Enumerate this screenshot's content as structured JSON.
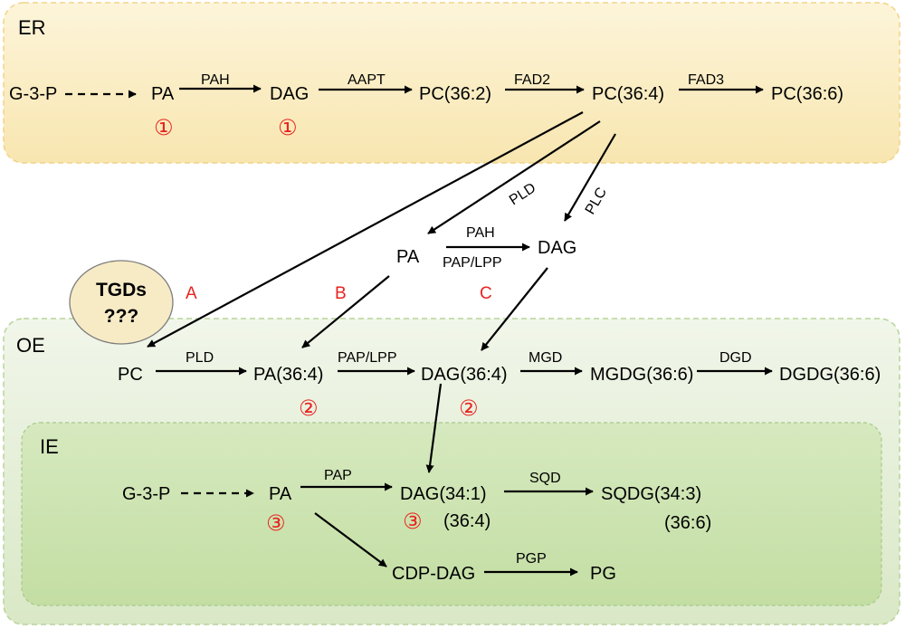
{
  "compartments": {
    "er": "ER",
    "oe": "OE",
    "ie": "IE"
  },
  "colors": {
    "er_fill": "#fbefc8",
    "oe_fill": "#e8f0dc",
    "ie_fill": "#cfe4b4",
    "accent_red": "#e8231f",
    "tgd_fill": "#f7ebc6"
  },
  "tgd": {
    "line1": "TGDs",
    "line2": "???"
  },
  "routes": {
    "a": "A",
    "b": "B",
    "c": "C"
  },
  "markers": {
    "m1": "①",
    "m2": "②",
    "m3": "③"
  },
  "er_pathway": {
    "g3p": "G-3-P",
    "pa": "PA",
    "dag": "DAG",
    "pc362": "PC(36:2)",
    "pc364": "PC(36:4)",
    "pc366": "PC(36:6)",
    "enz_pah": "PAH",
    "enz_aapt": "AAPT",
    "enz_fad2": "FAD2",
    "enz_fad3": "FAD3"
  },
  "transport": {
    "pa": "PA",
    "dag": "DAG",
    "enz_pld": "PLD",
    "enz_plc": "PLC",
    "enz_pah": "PAH",
    "enz_pap_lpp": "PAP/LPP"
  },
  "oe_pathway": {
    "pc": "PC",
    "pa364": "PA(36:4)",
    "dag364": "DAG(36:4)",
    "mgdg366": "MGDG(36:6)",
    "dgdg366": "DGDG(36:6)",
    "enz_pld": "PLD",
    "enz_pap_lpp": "PAP/LPP",
    "enz_mgd": "MGD",
    "enz_dgd": "DGD"
  },
  "ie_pathway": {
    "g3p": "G-3-P",
    "pa": "PA",
    "dag341": "DAG(34:1)",
    "dag_alt": "(36:4)",
    "sqdg343": "SQDG(34:3)",
    "sqdg_alt": "(36:6)",
    "cdp_dag": "CDP-DAG",
    "pg": "PG",
    "enz_pap": "PAP",
    "enz_sqd": "SQD",
    "enz_pgp": "PGP"
  }
}
